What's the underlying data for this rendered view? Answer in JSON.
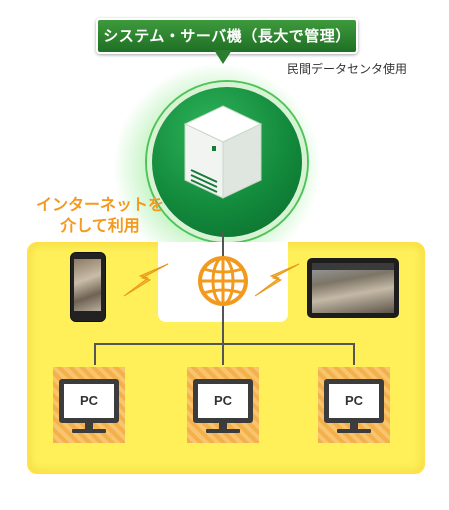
{
  "server": {
    "label": "システム・サーバ機（長大で管理）",
    "usage_note": "民間データセンタ使用"
  },
  "internet": {
    "label_line1": "インターネットを",
    "label_line2": "介して利用"
  },
  "devices": {
    "smartphone": "smartphone",
    "tablet": "tablet"
  },
  "pcs": [
    {
      "label": "PC"
    },
    {
      "label": "PC"
    },
    {
      "label": "PC"
    }
  ],
  "colors": {
    "server_green": "#138a3c",
    "label_green": "#2a7d2c",
    "internet_orange": "#f39a1e",
    "panel_yellow": "#fff05a",
    "pc_tile_orange": "#f4b04a"
  }
}
